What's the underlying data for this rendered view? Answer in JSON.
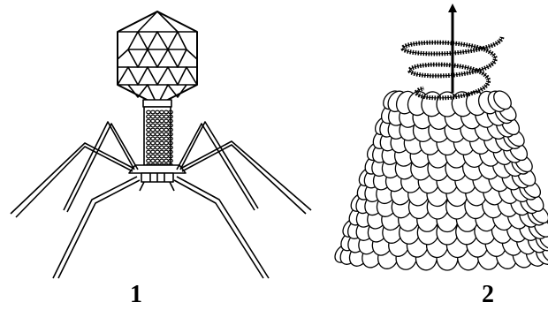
{
  "figure": {
    "panels": [
      {
        "id": "phage",
        "label": "1",
        "icon": "bacteriophage-illustration"
      },
      {
        "id": "virus",
        "label": "2",
        "icon": "helical-virus-illustration"
      }
    ],
    "line_color": "#000000",
    "background": "#ffffff"
  }
}
